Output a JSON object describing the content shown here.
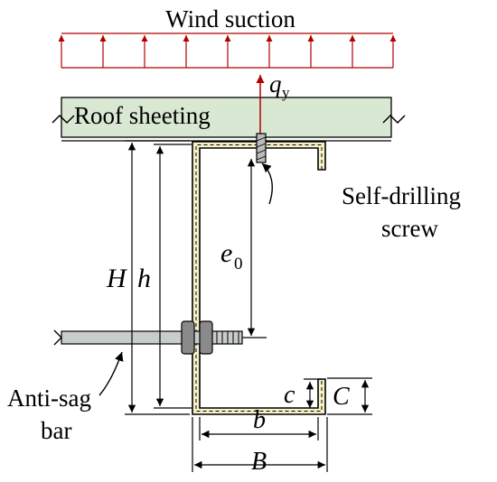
{
  "labels": {
    "wind": "Wind suction",
    "roof": "Roof sheeting",
    "q_main": "q",
    "q_sub": "y",
    "screw_line1": "Self-drilling",
    "screw_line2": "screw",
    "e_main": "e",
    "e_sub": "0",
    "H": "H",
    "h": "h",
    "c": "c",
    "C": "C",
    "b": "b",
    "B": "B",
    "antisag_line1": "Anti-sag",
    "antisag_line2": "bar"
  },
  "colors": {
    "load_arrows": "#b00000",
    "roof_fill": "#d9e8d2",
    "section_fill": "#f7f1c8",
    "bar_fill": "#c8cccd",
    "bolt_fill": "#8a8a8a",
    "line": "#000000"
  }
}
